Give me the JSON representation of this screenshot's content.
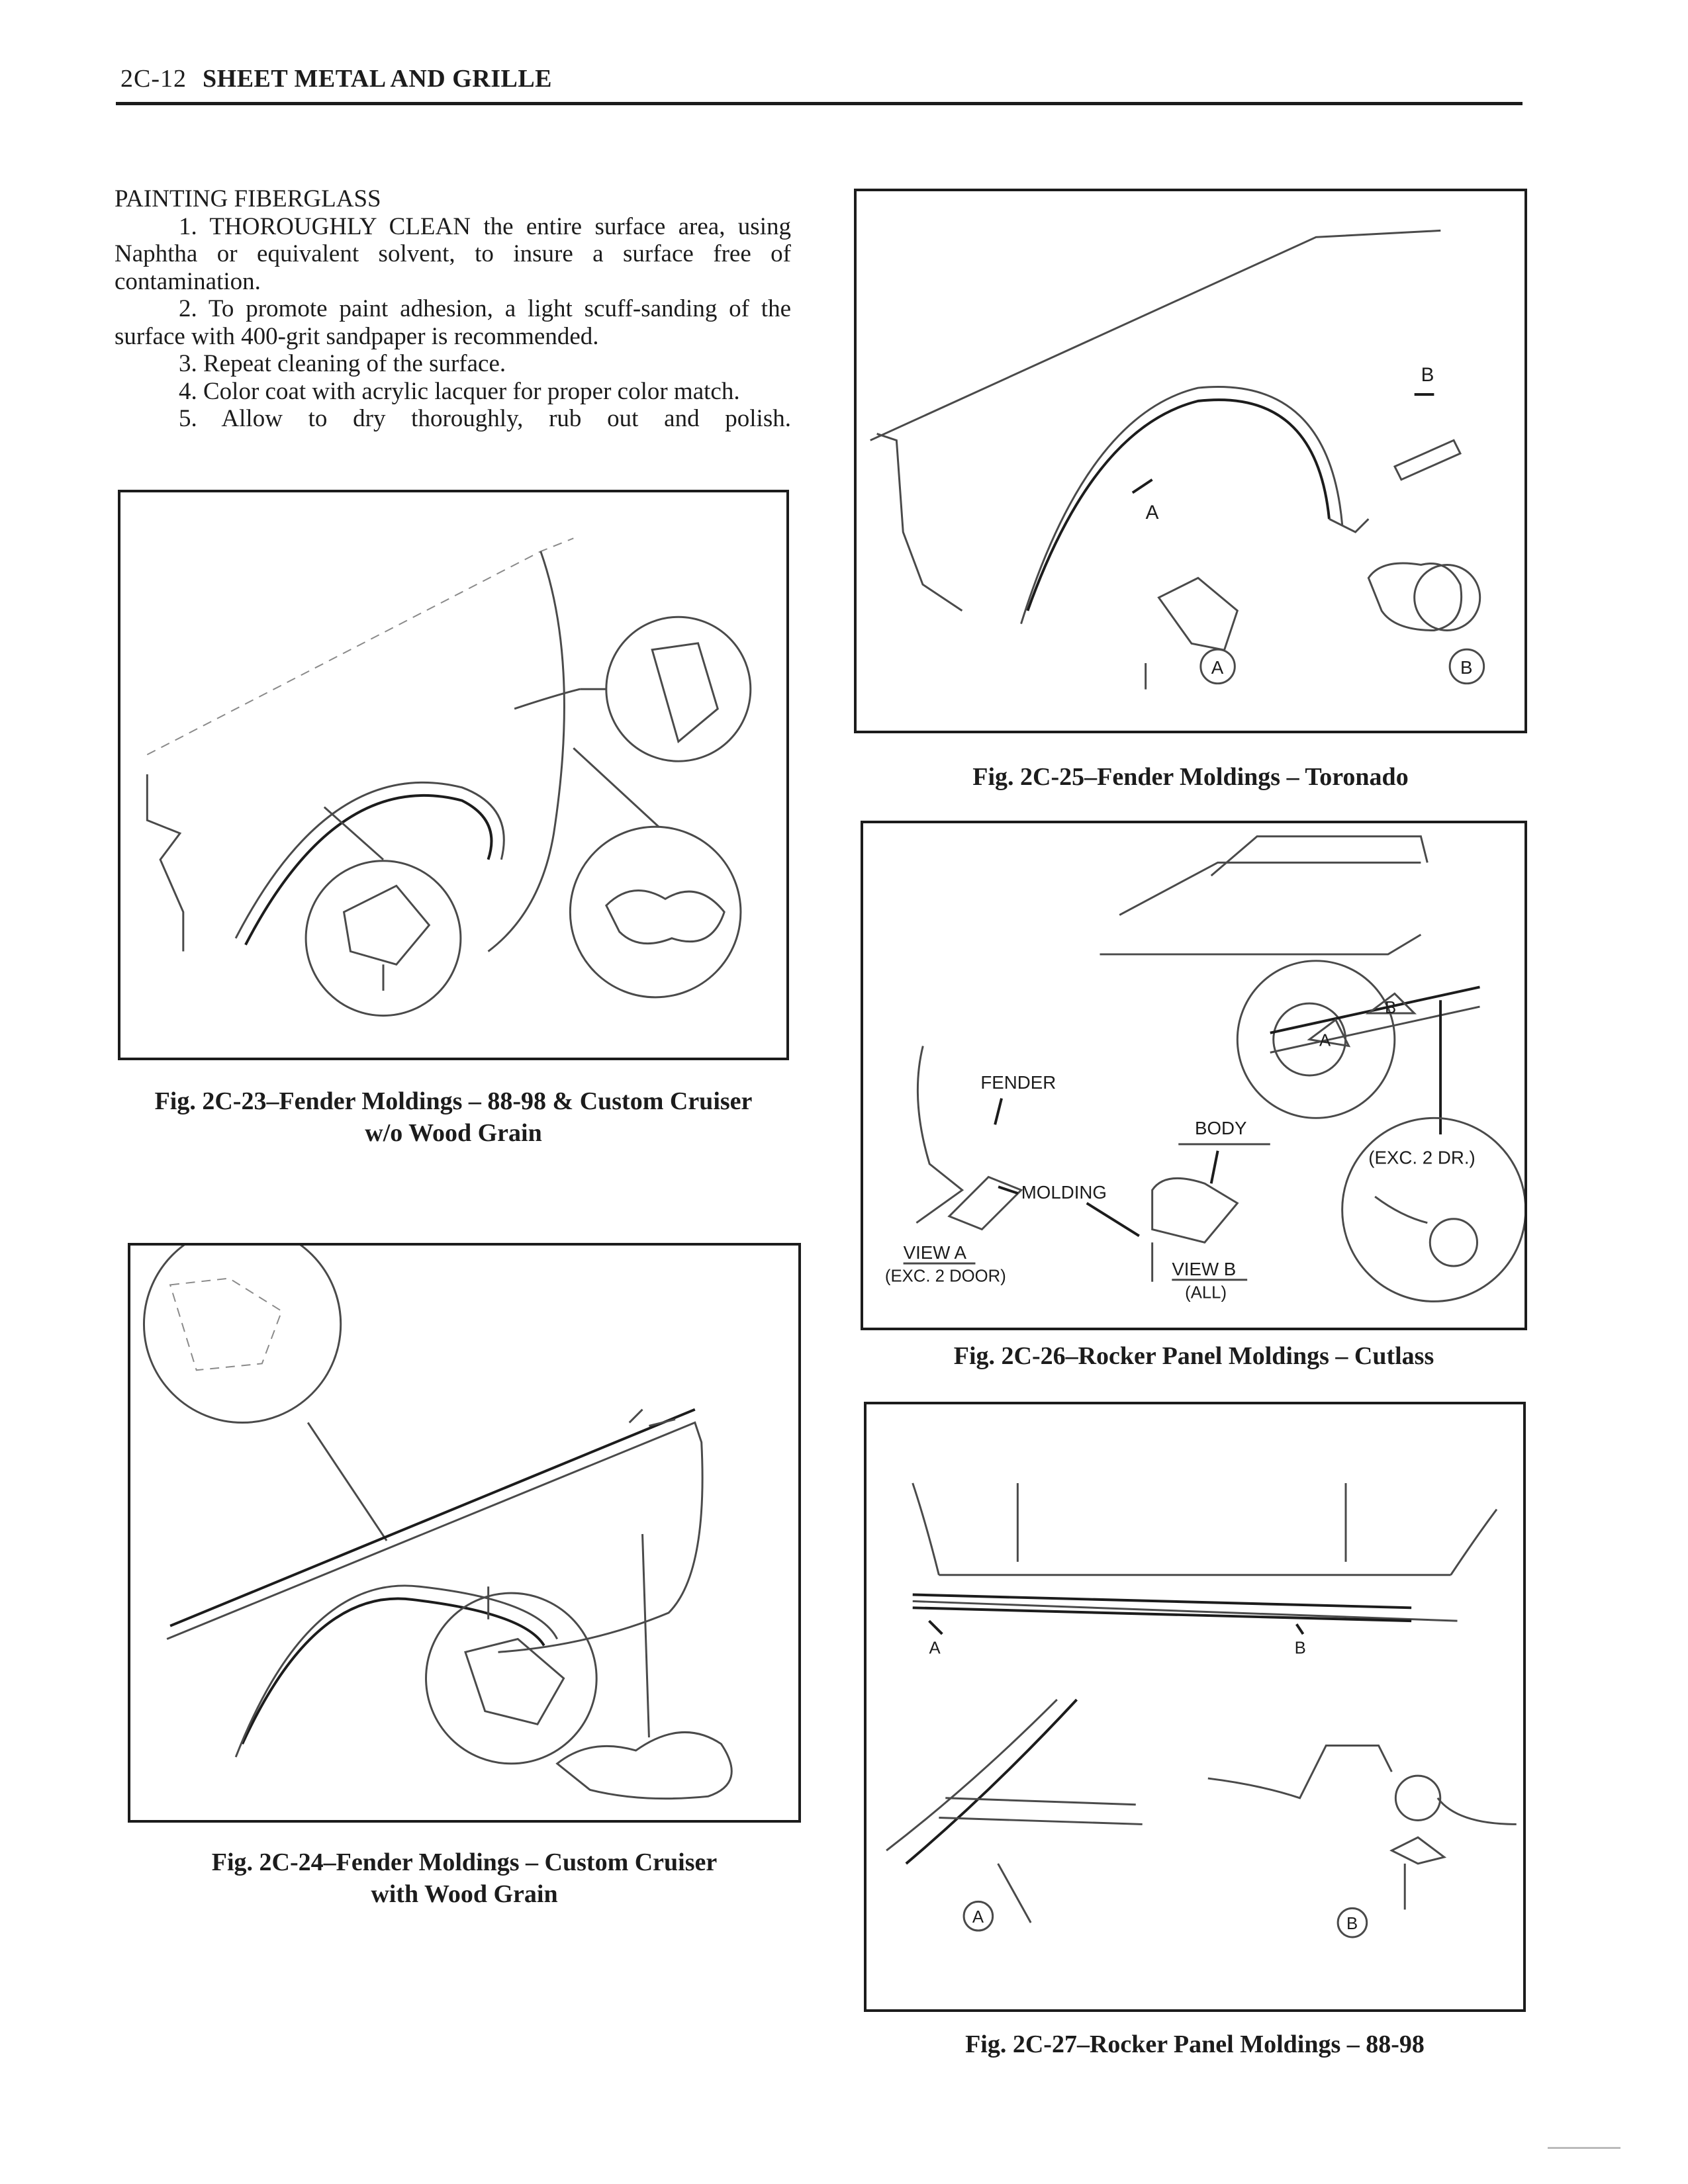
{
  "header": {
    "page_number": "2C-12",
    "section_title": "SHEET METAL AND GRILLE"
  },
  "body": {
    "heading": "PAINTING FIBERGLASS",
    "steps": [
      "1. THOROUGHLY CLEAN the entire surface area, using Naphtha or equivalent solvent, to insure a surface free of contamination.",
      "2. To promote paint adhesion, a light scuff-sanding of the surface with 400-grit sandpaper is recommended.",
      "3. Repeat cleaning of the surface.",
      "4. Color coat with acrylic lacquer for proper color match.",
      "5. Allow to dry thoroughly, rub out and polish."
    ]
  },
  "figures": {
    "fig23": {
      "caption_line1": "Fig. 2C-23–Fender Moldings – 88-98 & Custom Cruiser",
      "caption_line2": "w/o Wood Grain"
    },
    "fig24": {
      "caption_line1": "Fig. 2C-24–Fender Moldings – Custom Cruiser",
      "caption_line2": "with Wood Grain"
    },
    "fig25": {
      "caption": "Fig. 2C-25–Fender Moldings – Toronado",
      "labels": {
        "arrow_a": "A",
        "arrow_b": "B",
        "callout_a": "A",
        "callout_b": "B"
      }
    },
    "fig26": {
      "caption": "Fig. 2C-26–Rocker Panel Moldings – Cutlass",
      "labels": {
        "fender": "FENDER",
        "body": "BODY",
        "molding": "MOLDING",
        "view_a": "VIEW A",
        "view_a_sub": "(EXC. 2 DOOR)",
        "view_b": "VIEW B",
        "view_b_sub": "(ALL)",
        "exc_2dr": "(EXC. 2 DR.)",
        "arrow_a": "A",
        "arrow_b": "B"
      }
    },
    "fig27": {
      "caption": "Fig. 2C-27–Rocker Panel Moldings – 88-98",
      "labels": {
        "arrow_a": "A",
        "arrow_b": "B",
        "callout_a": "A",
        "callout_b": "B"
      }
    }
  }
}
